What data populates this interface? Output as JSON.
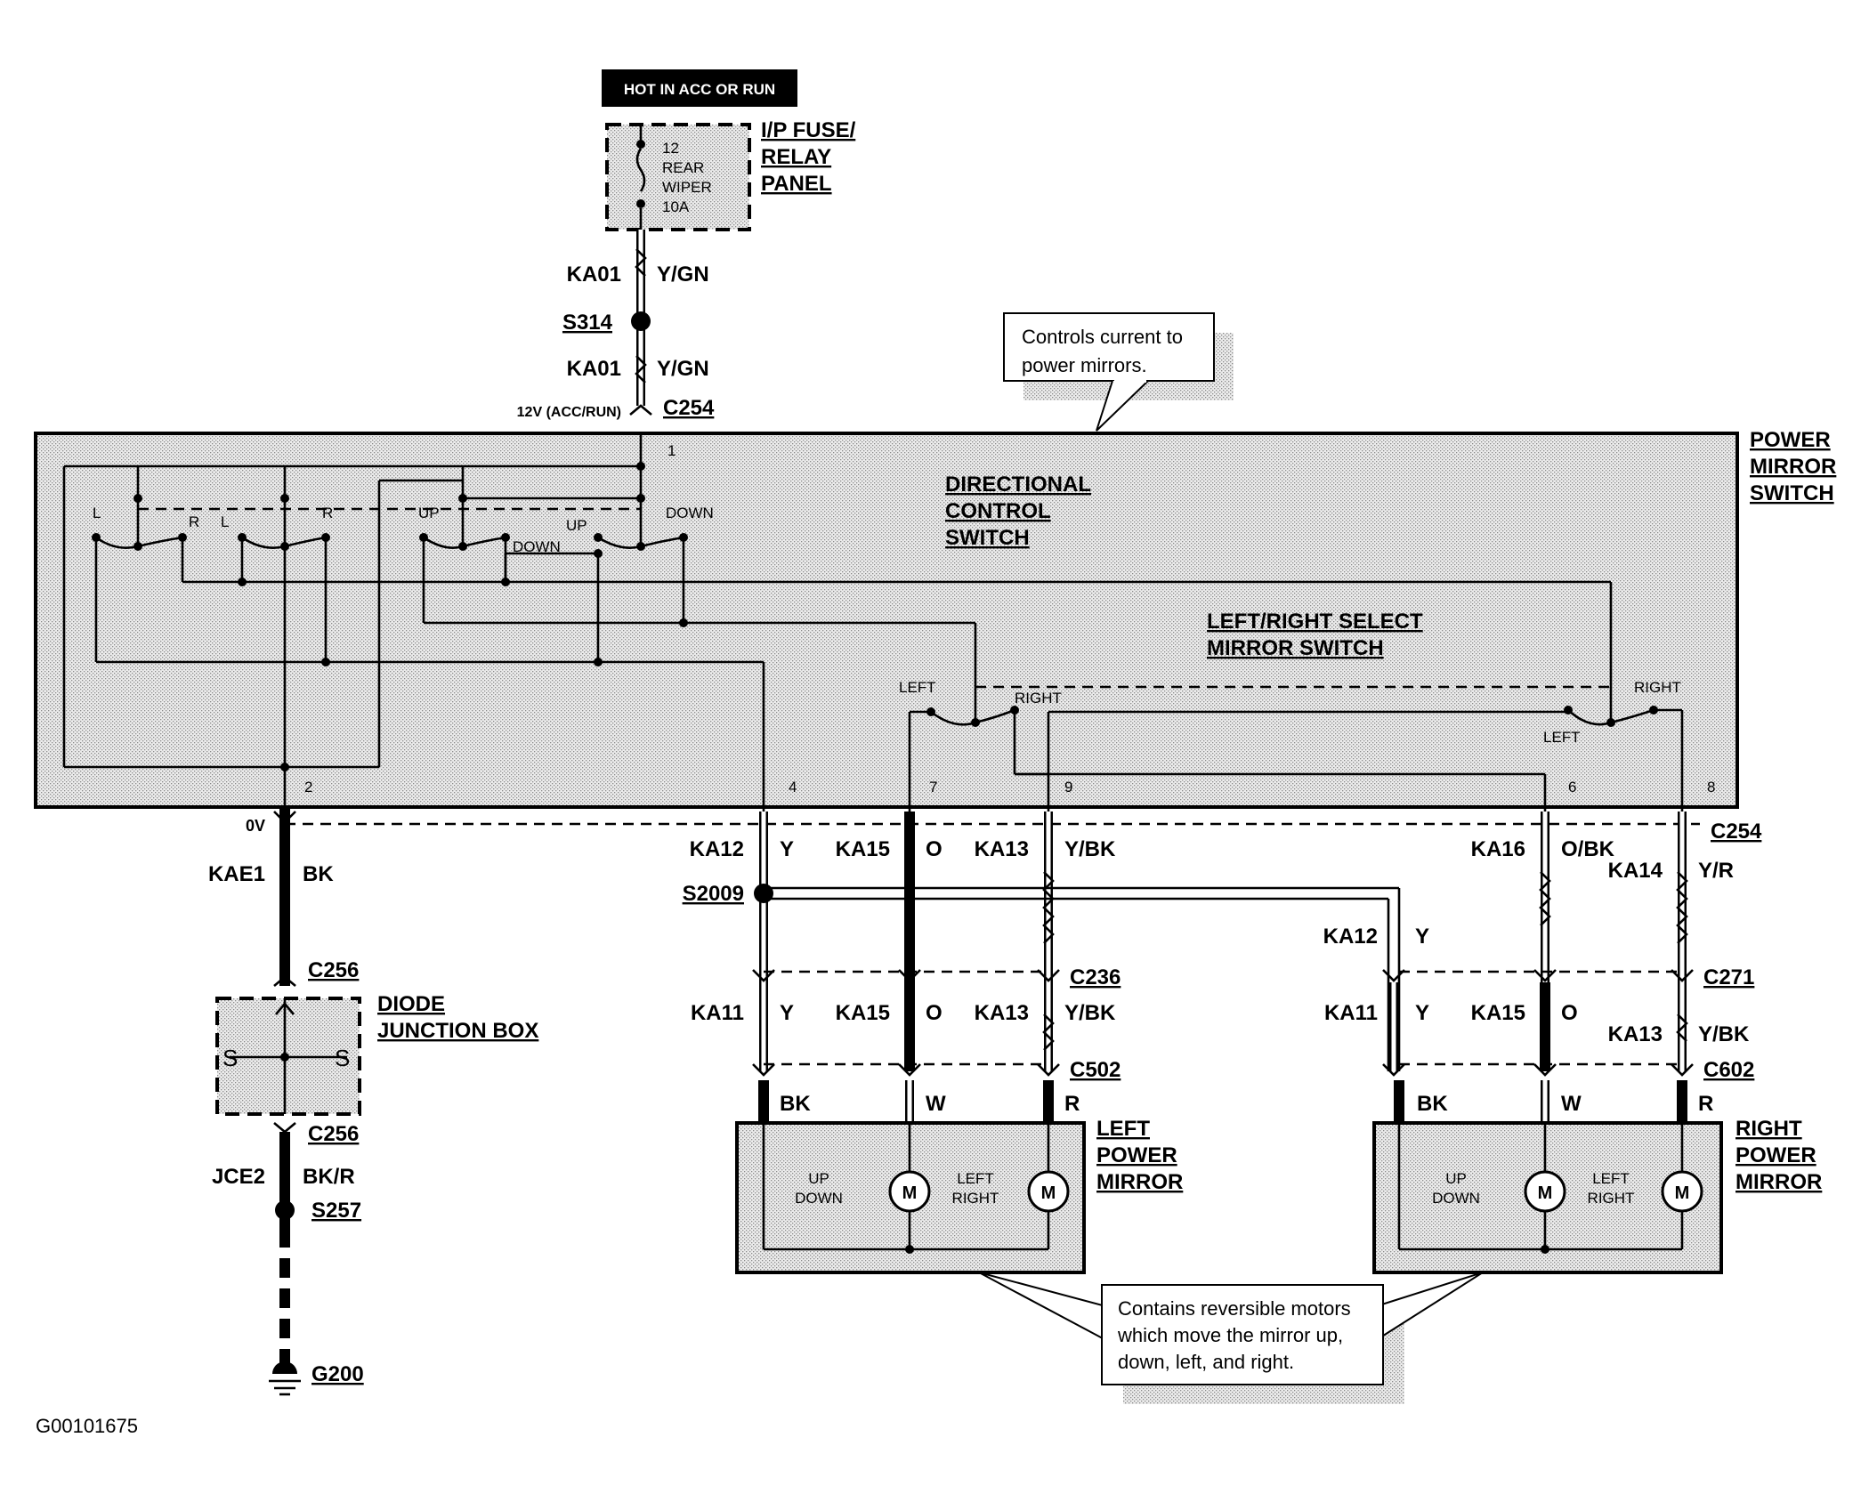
{
  "hot_label": "HOT IN ACC OR RUN",
  "fuse": {
    "line1": "12",
    "line2": "REAR",
    "line3": "WIPER",
    "line4": "10A"
  },
  "fuse_panel": [
    "I/P FUSE/",
    "RELAY",
    "PANEL"
  ],
  "callout_top": [
    "Controls current to",
    "power mirrors."
  ],
  "callout_bottom": [
    "Contains reversible motors",
    "which move the mirror up,",
    "down, left, and right."
  ],
  "power_mirror_switch": [
    "POWER",
    "MIRROR",
    "SWITCH"
  ],
  "directional_control_switch": [
    "DIRECTIONAL",
    "CONTROL",
    "SWITCH"
  ],
  "select_switch": [
    "LEFT/RIGHT SELECT",
    "MIRROR SWITCH"
  ],
  "switch_labels": {
    "l1": "L",
    "r1": "R",
    "l2": "L",
    "r2": "R",
    "up1": "UP",
    "down1": "DOWN",
    "up2": "UP",
    "down2": "DOWN",
    "left1": "LEFT",
    "right1": "RIGHT",
    "left2": "LEFT",
    "right2": "RIGHT"
  },
  "pins": {
    "p1": "1",
    "p2": "2",
    "p4": "4",
    "p6": "6",
    "p7": "7",
    "p8": "8",
    "p9": "9"
  },
  "top_wires": {
    "ka01_a": "KA01",
    "ygn_a": "Y/GN",
    "s314": "S314",
    "ka01_b": "KA01",
    "ygn_b": "Y/GN",
    "v12": "12V (ACC/RUN)",
    "c254_top": "C254"
  },
  "ground_side": {
    "v0": "0V",
    "kae1": "KAE1",
    "bk": "BK",
    "c256_a": "C256",
    "diode_box": [
      "DIODE",
      "JUNCTION BOX"
    ],
    "c256_b": "C256",
    "jce2": "JCE2",
    "bkr": "BK/R",
    "s257": "S257",
    "g200": "G200"
  },
  "left_side": {
    "ka12": "KA12",
    "y1": "Y",
    "ka15": "KA15",
    "o1": "O",
    "ka13": "KA13",
    "ybk1": "Y/BK",
    "s2009": "S2009",
    "c236": "C236",
    "ka11": "KA11",
    "y2": "Y",
    "ka15b": "KA15",
    "o2": "O",
    "ka13b": "KA13",
    "ybk2": "Y/BK",
    "c502": "C502",
    "bk": "BK",
    "w": "W",
    "r": "R"
  },
  "right_side": {
    "ka16": "KA16",
    "obk": "O/BK",
    "ka14": "KA14",
    "yr": "Y/R",
    "c254": "C254",
    "ka12": "KA12",
    "y1": "Y",
    "c271": "C271",
    "ka11": "KA11",
    "y2": "Y",
    "ka15": "KA15",
    "o": "O",
    "ka13": "KA13",
    "ybk": "Y/BK",
    "c602": "C602",
    "bk": "BK",
    "w": "W",
    "r": "R"
  },
  "left_mirror": {
    "name": [
      "LEFT",
      "POWER",
      "MIRROR"
    ],
    "updown": [
      "UP",
      "DOWN"
    ],
    "leftright": [
      "LEFT",
      "RIGHT"
    ],
    "motor": "M"
  },
  "right_mirror": {
    "name": [
      "RIGHT",
      "POWER",
      "MIRROR"
    ],
    "updown": [
      "UP",
      "DOWN"
    ],
    "leftright": [
      "LEFT",
      "RIGHT"
    ],
    "motor": "M"
  },
  "figure_id": "G00101675"
}
